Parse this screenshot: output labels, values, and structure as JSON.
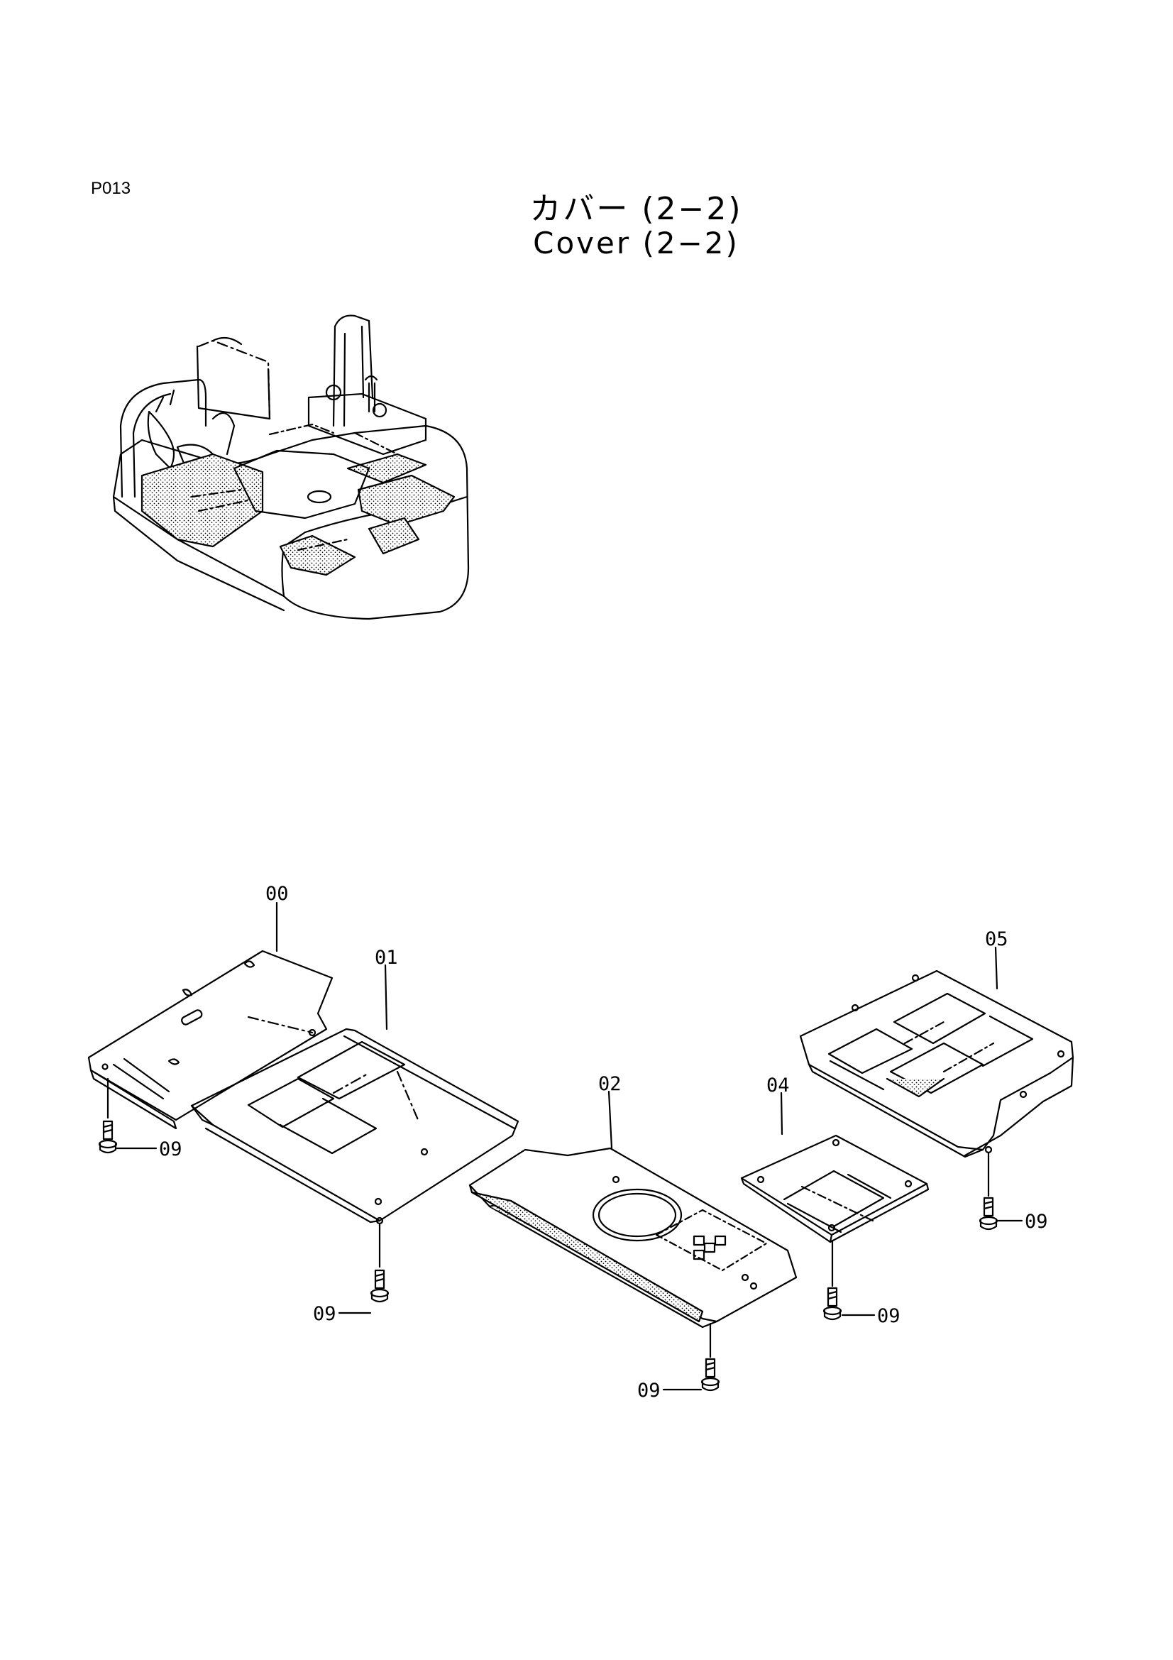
{
  "page_code": "P013",
  "title_jp": "カバー (2−2)",
  "title_en": "Cover (2−2)",
  "callouts": {
    "c00": "00",
    "c01": "01",
    "c02": "02",
    "c04": "04",
    "c05": "05",
    "c09a": "09",
    "c09b": "09",
    "c09c": "09",
    "c09d": "09",
    "c09e": "09"
  }
}
